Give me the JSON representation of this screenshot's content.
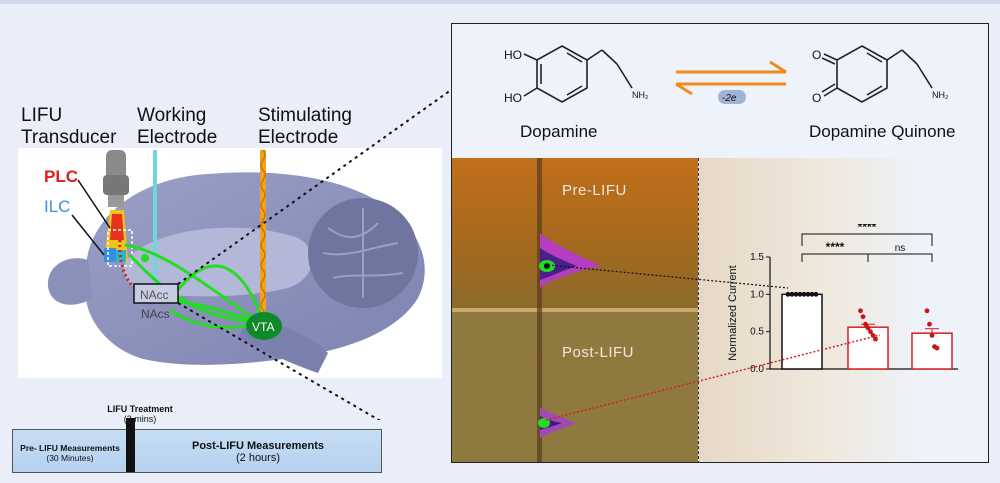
{
  "labels": {
    "lifu_transducer": [
      "LIFU",
      "Transducer"
    ],
    "working_electrode": [
      "Working",
      "Electrode"
    ],
    "stimulating_electrode": [
      "Stimulating",
      "Electrode"
    ],
    "plc": "PLC",
    "ilc": "ILC",
    "nacc": "NAcc",
    "nacs": "NAcs",
    "vta": "VTA"
  },
  "reaction": {
    "reactant_name": "Dopamine",
    "product_name": "Dopamine Quinone",
    "electron_label": "-2e",
    "ho_top": "HO",
    "ho_bottom": "HO",
    "amine": "NH₂",
    "o_top": "O",
    "o_bottom": "O"
  },
  "heatmap": {
    "pre_label": "Pre-LIFU",
    "post_label": "Post-LIFU"
  },
  "timeline": {
    "treatment_title": "LIFU Treatment",
    "treatment_duration": "(2 mins)",
    "pre_title": "Pre- LIFU Measurements",
    "pre_duration": "(30 Minutes)",
    "post_title": "Post-LIFU  Measurements",
    "post_duration": "(2 hours)"
  },
  "colors": {
    "plc": "#e21b1b",
    "ilc": "#3d8fe0",
    "pathway": "#22dd22",
    "vta": "#0f8a2a",
    "stim_electrode": "#f4a11c",
    "work_electrode": "#6fd6e0",
    "arrow": "#f08a1a",
    "red": "#d42020"
  },
  "chart_data": {
    "type": "bar",
    "categories": [
      "",
      "",
      ""
    ],
    "values": [
      1.0,
      0.56,
      0.48
    ],
    "errors": [
      0.0,
      0.04,
      0.06
    ],
    "points": [
      [
        1.0,
        1.0,
        1.0,
        1.0,
        1.0,
        1.0,
        1.0,
        1.0
      ],
      [
        0.78,
        0.7,
        0.6,
        0.55,
        0.5,
        0.45,
        0.4
      ],
      [
        0.78,
        0.6,
        0.45,
        0.3,
        0.28
      ]
    ],
    "ylabel": "Normalized Current",
    "ylim": [
      0.0,
      1.5
    ],
    "yticks": [
      "0.0",
      "0.5",
      "1.0",
      "1.5"
    ],
    "significance": [
      {
        "pair": [
          0,
          2
        ],
        "label": "****"
      },
      {
        "pair": [
          0,
          1
        ],
        "label": "****"
      },
      {
        "pair": [
          1,
          2
        ],
        "label": "ns"
      }
    ],
    "bar_edge_colors": [
      "#111111",
      "#d42020",
      "#d42020"
    ],
    "point_colors": [
      "#111111",
      "#c81414",
      "#c81414"
    ]
  }
}
